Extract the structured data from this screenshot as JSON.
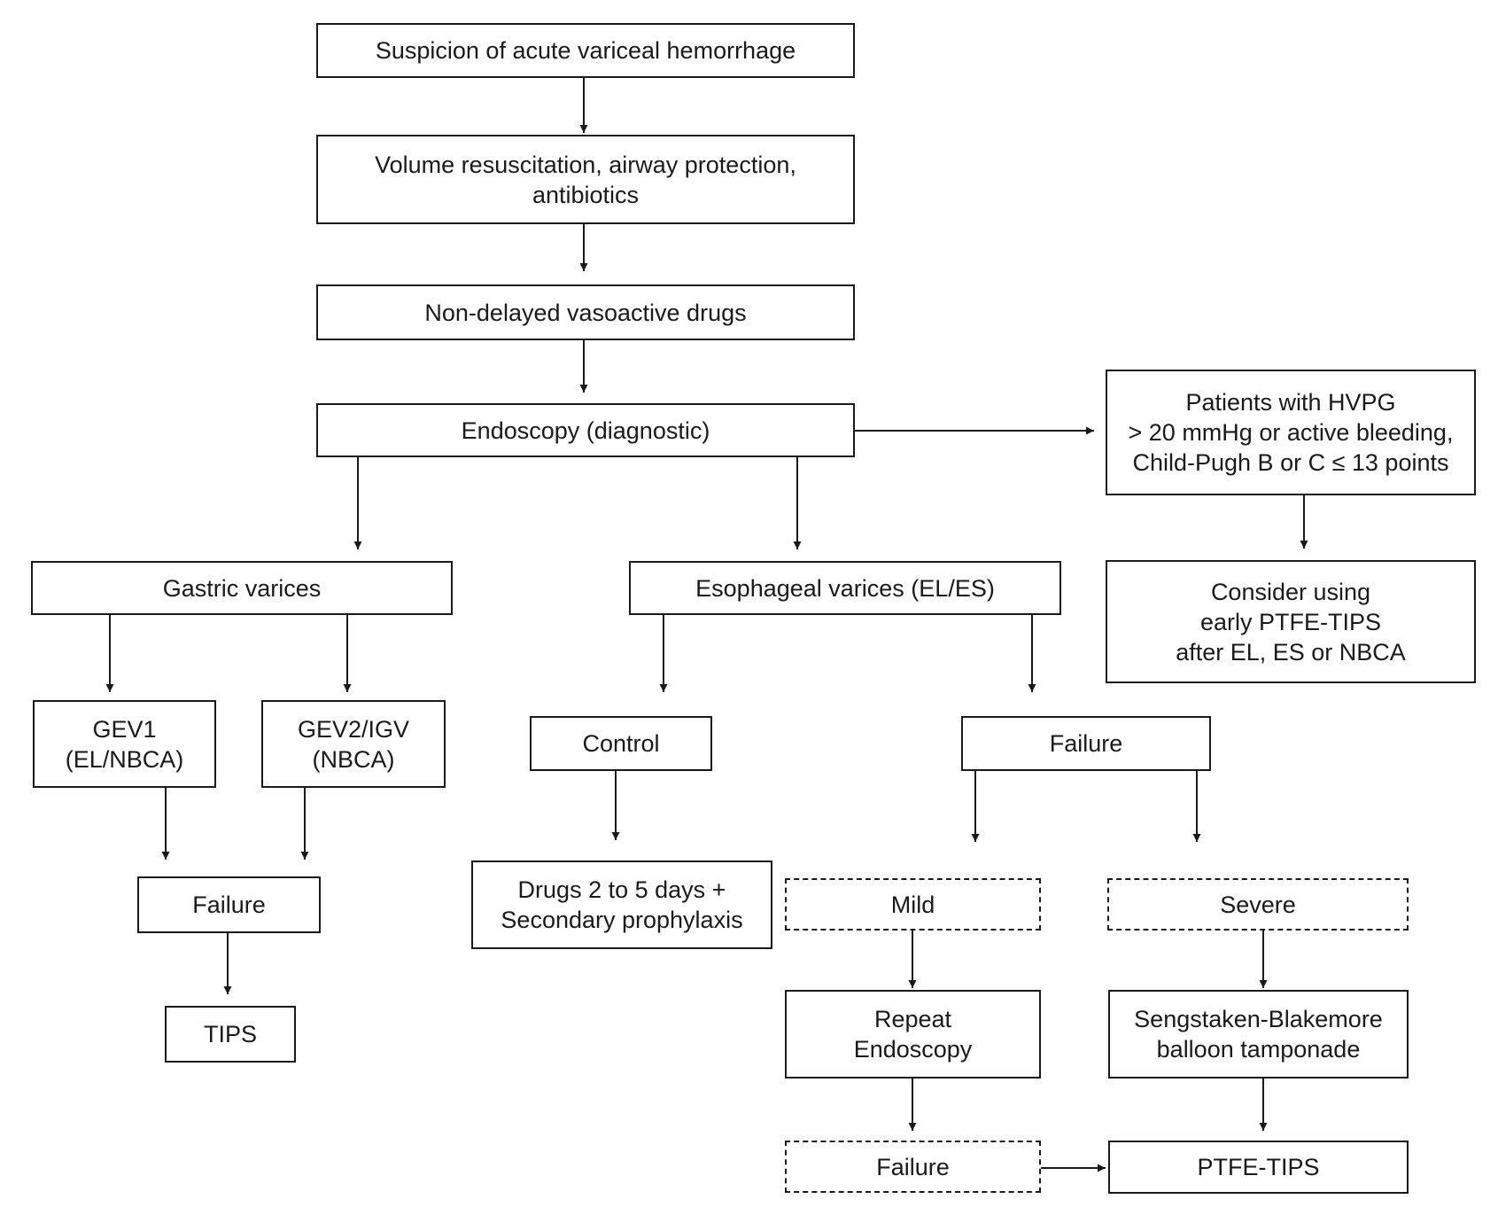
{
  "nodes": {
    "suspicion": "Suspicion of acute variceal hemorrhage",
    "resuscitation": "Volume resuscitation, airway protection,\nantibiotics",
    "vasoactive": "Non-delayed vasoactive drugs",
    "endoscopy": "Endoscopy (diagnostic)",
    "hvpg": "Patients with HVPG\n> 20 mmHg or active bleeding,\nChild-Pugh B or C ≤ 13 points",
    "early_tips": "Consider using\nearly PTFE-TIPS\nafter EL, ES or NBCA",
    "gastric": "Gastric varices",
    "esophageal": "Esophageal varices (EL/ES)",
    "gev1": "GEV1\n(EL/NBCA)",
    "gev2": "GEV2/IGV\n(NBCA)",
    "control": "Control",
    "failure_esophageal": "Failure",
    "failure_gastric": "Failure",
    "drugs": "Drugs 2 to 5 days +\nSecondary prophylaxis",
    "mild": "Mild",
    "severe": "Severe",
    "tips": "TIPS",
    "repeat_endoscopy": "Repeat\nEndoscopy",
    "balloon": "Sengstaken-Blakemore\nballoon tamponade",
    "failure_repeat": "Failure",
    "ptfe_tips": "PTFE-TIPS"
  },
  "colors": {
    "line": "#1a1a1a",
    "box_fill": "#ffffff"
  }
}
